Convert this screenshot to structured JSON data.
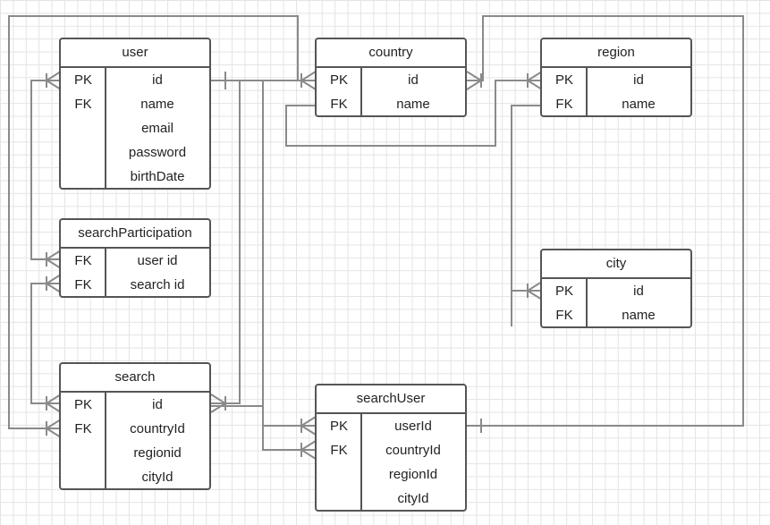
{
  "entities": [
    {
      "id": "user",
      "title": "user",
      "rows": [
        {
          "key": "PK",
          "name": "id"
        },
        {
          "key": "FK",
          "name": "name"
        },
        {
          "key": "",
          "name": "email"
        },
        {
          "key": "",
          "name": "password"
        },
        {
          "key": "",
          "name": "birthDate"
        }
      ]
    },
    {
      "id": "country",
      "title": "country",
      "rows": [
        {
          "key": "PK",
          "name": "id"
        },
        {
          "key": "FK",
          "name": "name"
        }
      ]
    },
    {
      "id": "region",
      "title": "region",
      "rows": [
        {
          "key": "PK",
          "name": "id"
        },
        {
          "key": "FK",
          "name": "name"
        }
      ]
    },
    {
      "id": "searchParticipation",
      "title": "searchParticipation",
      "rows": [
        {
          "key": "FK",
          "name": "user id"
        },
        {
          "key": "FK",
          "name": "search id"
        }
      ]
    },
    {
      "id": "city",
      "title": "city",
      "rows": [
        {
          "key": "PK",
          "name": "id"
        },
        {
          "key": "FK",
          "name": "name"
        }
      ]
    },
    {
      "id": "search",
      "title": "search",
      "rows": [
        {
          "key": "PK",
          "name": "id"
        },
        {
          "key": "FK",
          "name": "countryId"
        },
        {
          "key": "",
          "name": "regionid"
        },
        {
          "key": "",
          "name": "cityId"
        }
      ]
    },
    {
      "id": "searchUser",
      "title": "searchUser",
      "rows": [
        {
          "key": "PK",
          "name": "userId"
        },
        {
          "key": "FK",
          "name": "countryId"
        },
        {
          "key": "",
          "name": "regionId"
        },
        {
          "key": "",
          "name": "cityId"
        }
      ]
    }
  ],
  "colors": {
    "line": "#8a8a8a",
    "border": "#555555",
    "grid": "#e4e4e4"
  }
}
